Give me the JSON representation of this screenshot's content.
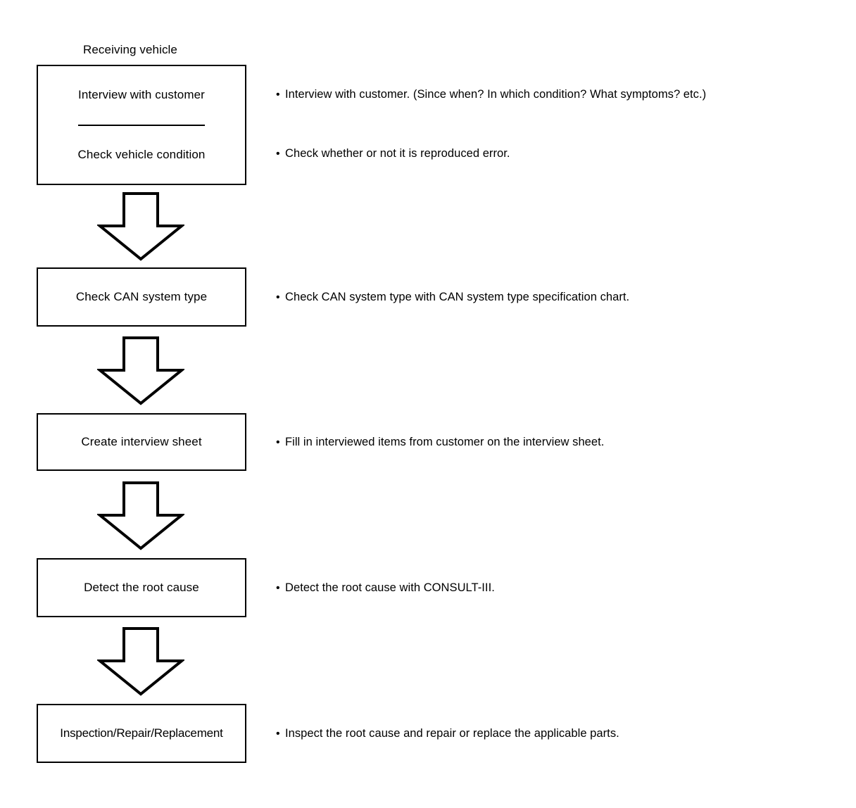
{
  "diagram": {
    "title_label": "Receiving vehicle",
    "bullet_glyph": "•",
    "colors": {
      "stroke": "#000000",
      "fill": "#ffffff",
      "text": "#000000"
    },
    "steps": [
      {
        "id": "receiving-vehicle",
        "box_lines": [
          "Interview with customer",
          "Check vehicle condition"
        ],
        "notes": [
          "Interview with customer. (Since when? In which condition? What symptoms? etc.)",
          "Check whether or not it is reproduced error."
        ]
      },
      {
        "id": "check-can-system-type",
        "box_lines": [
          "Check CAN system type"
        ],
        "notes": [
          "Check CAN system type with CAN system type specification chart."
        ]
      },
      {
        "id": "create-interview-sheet",
        "box_lines": [
          "Create interview sheet"
        ],
        "notes": [
          "Fill in interviewed items from customer on the interview sheet."
        ]
      },
      {
        "id": "detect-the-root-cause",
        "box_lines": [
          "Detect the root cause"
        ],
        "notes": [
          "Detect the root cause with CONSULT-III."
        ]
      },
      {
        "id": "inspection-repair-replacement",
        "box_lines": [
          "Inspection/Repair/Replacement"
        ],
        "notes": [
          "Inspect the root cause and repair or replace the applicable parts."
        ]
      }
    ],
    "connectors": [
      {
        "id": "arrow-1",
        "from": "receiving-vehicle",
        "to": "check-can-system-type",
        "shape": "block-arrow-down"
      },
      {
        "id": "arrow-2",
        "from": "check-can-system-type",
        "to": "create-interview-sheet",
        "shape": "block-arrow-down"
      },
      {
        "id": "arrow-3",
        "from": "create-interview-sheet",
        "to": "detect-the-root-cause",
        "shape": "block-arrow-down"
      },
      {
        "id": "arrow-4",
        "from": "detect-the-root-cause",
        "to": "inspection-repair-replacement",
        "shape": "block-arrow-down"
      }
    ]
  }
}
